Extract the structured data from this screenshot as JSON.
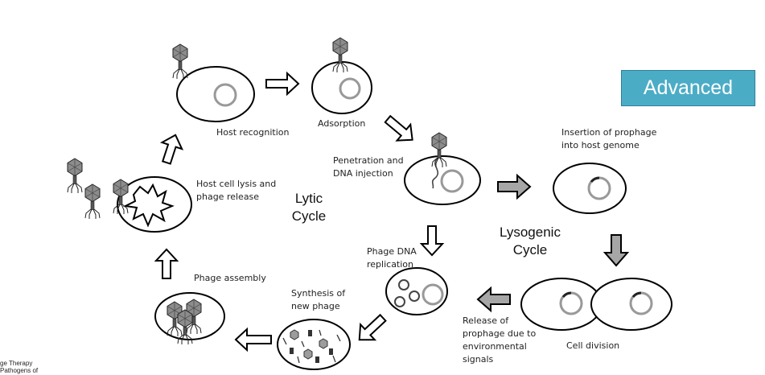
{
  "badge": {
    "label": "Advanced",
    "color": "#4bacc6"
  },
  "titles": {
    "lytic_line1": "Lytic",
    "lytic_line2": "Cycle",
    "lyso_line1": "Lysogenic",
    "lyso_line2": "Cycle"
  },
  "labels": {
    "host_recognition": "Host recognition",
    "adsorption": "Adsorption",
    "penetration_1": "Penetration and",
    "penetration_2": "DNA injection",
    "insertion_1": "Insertion of prophage",
    "insertion_2": "into host genome",
    "lysis_1": "Host cell lysis and",
    "lysis_2": "phage release",
    "replication_1": "Phage DNA",
    "replication_2": "replication",
    "assembly": "Phage assembly",
    "synthesis_1": "Synthesis of",
    "synthesis_2": "new phage",
    "release_1": "Release of",
    "release_2": "prophage due to",
    "release_3": "environmental",
    "release_4": "signals",
    "cell_division": "Cell division"
  },
  "source_fragment": {
    "line1": "ge Therapy",
    "line2": "Pathogens of"
  },
  "colors": {
    "gray_arrow": "#a6a6a6",
    "outline": "#000000"
  }
}
